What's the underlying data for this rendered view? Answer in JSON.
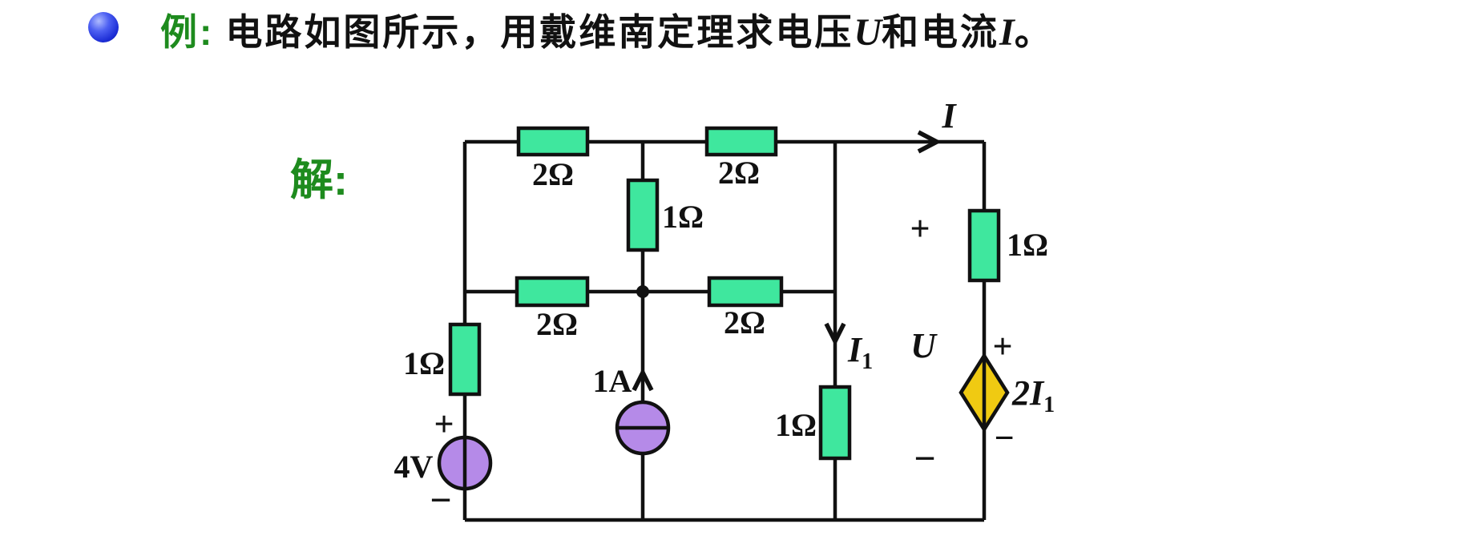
{
  "header": {
    "bullet_icon": "blue-sphere-bullet",
    "example_label": "例:",
    "title": {
      "pre": "电路如图所示，用戴维南定理求电压",
      "var_u": "U",
      "mid": "和电流",
      "var_i": "I",
      "end": "。"
    }
  },
  "solution_label": "解:",
  "circuit": {
    "resistors": {
      "top_left": "2Ω",
      "top_right": "2Ω",
      "mid_left": "2Ω",
      "mid_right": "2Ω",
      "bridge": "1Ω",
      "left": "1Ω",
      "load": "1Ω",
      "right": "1Ω"
    },
    "sources": {
      "voltage": "4V",
      "current": "1A",
      "dependent_main": "2I",
      "dependent_sub": "1"
    },
    "annotations": {
      "current_i": "I",
      "current_i1_main": "I",
      "current_i1_sub": "1",
      "voltage_u": "U",
      "plus": "+",
      "minus": "−"
    },
    "colors": {
      "resistor_fill": "#3fe79e",
      "source_fill": "#b58ae8",
      "dependent_fill": "#f0ca12",
      "wire": "#111111",
      "text_green": "#1e8b1e",
      "bullet_blue": "#1d2ed6"
    }
  }
}
